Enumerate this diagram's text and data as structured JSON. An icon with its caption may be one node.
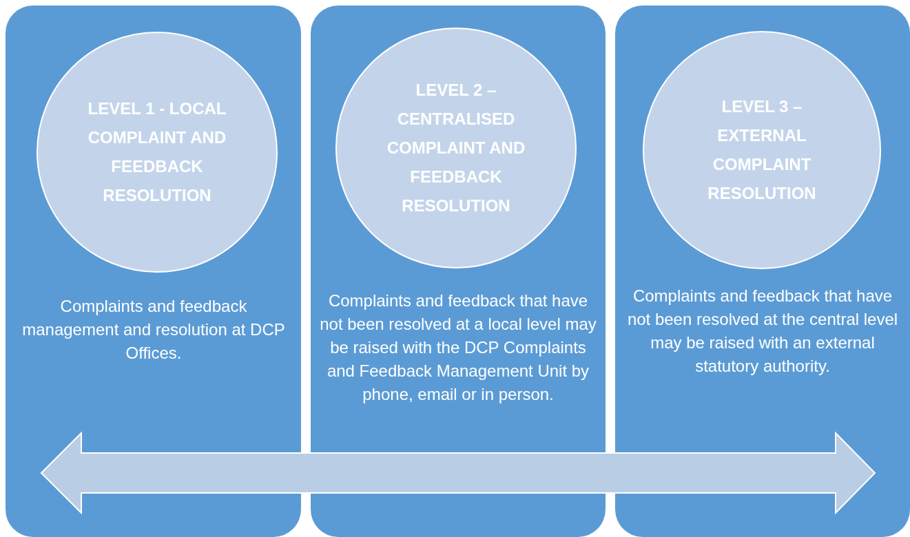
{
  "diagram": {
    "nodes": [
      {
        "text": [
          "Complaints and feedback management and resolution at DCP Offices."
        ]
      },
      {
        "text": [
          "LEVEL 1 - LOCAL COMPLAINT AND FEEDBACK RESOLUTION"
        ],
        "in": 0
      },
      {
        "text": [
          "Complaints and feedback that have not been resolved at a local level may be raised with the DCP Complaints and Feedback Management Unit by phone, email or in person."
        ]
      },
      {
        "text": [
          "LEVEL 2 – CENTRALISED COMPLAINT AND FEEDBACK RESOLUTION"
        ],
        "in": 2
      },
      {
        "text": [
          "Complaints and feedback that have not been resolved at the central level may be raised with an external statutory authority."
        ]
      },
      {
        "text": [
          "LEVEL 3 – EXTERNAL COMPLAINT RESOLUTION"
        ],
        "in": 4
      }
    ]
  }
}
